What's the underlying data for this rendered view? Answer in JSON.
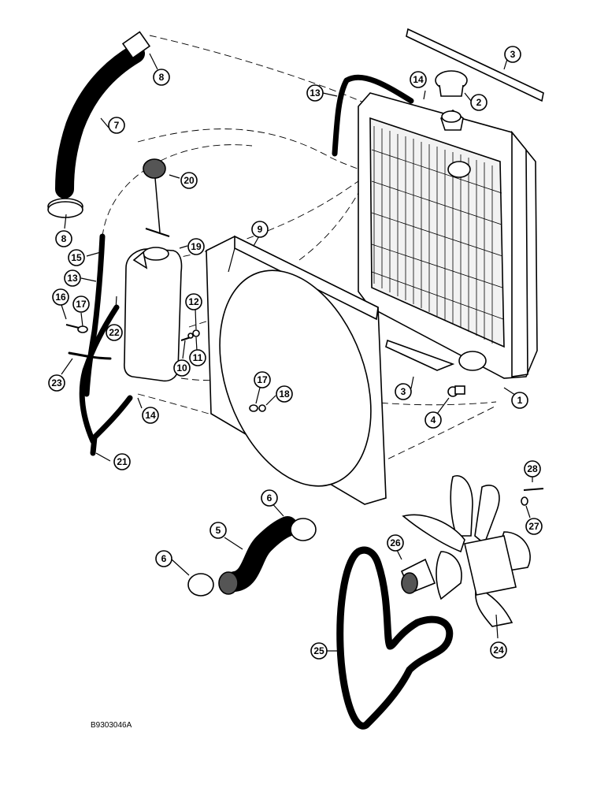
{
  "drawing_code": "B9303046A",
  "callouts": [
    {
      "label": "1"
    },
    {
      "label": "2"
    },
    {
      "label": "3"
    },
    {
      "label": "3"
    },
    {
      "label": "4"
    },
    {
      "label": "5"
    },
    {
      "label": "6"
    },
    {
      "label": "6"
    },
    {
      "label": "7"
    },
    {
      "label": "8"
    },
    {
      "label": "8"
    },
    {
      "label": "9"
    },
    {
      "label": "10"
    },
    {
      "label": "11"
    },
    {
      "label": "12"
    },
    {
      "label": "13"
    },
    {
      "label": "13"
    },
    {
      "label": "14"
    },
    {
      "label": "14"
    },
    {
      "label": "15"
    },
    {
      "label": "16"
    },
    {
      "label": "17"
    },
    {
      "label": "17"
    },
    {
      "label": "18"
    },
    {
      "label": "19"
    },
    {
      "label": "20"
    },
    {
      "label": "21"
    },
    {
      "label": "22"
    },
    {
      "label": "23"
    },
    {
      "label": "24"
    },
    {
      "label": "25"
    },
    {
      "label": "26"
    },
    {
      "label": "27"
    },
    {
      "label": "28"
    }
  ]
}
